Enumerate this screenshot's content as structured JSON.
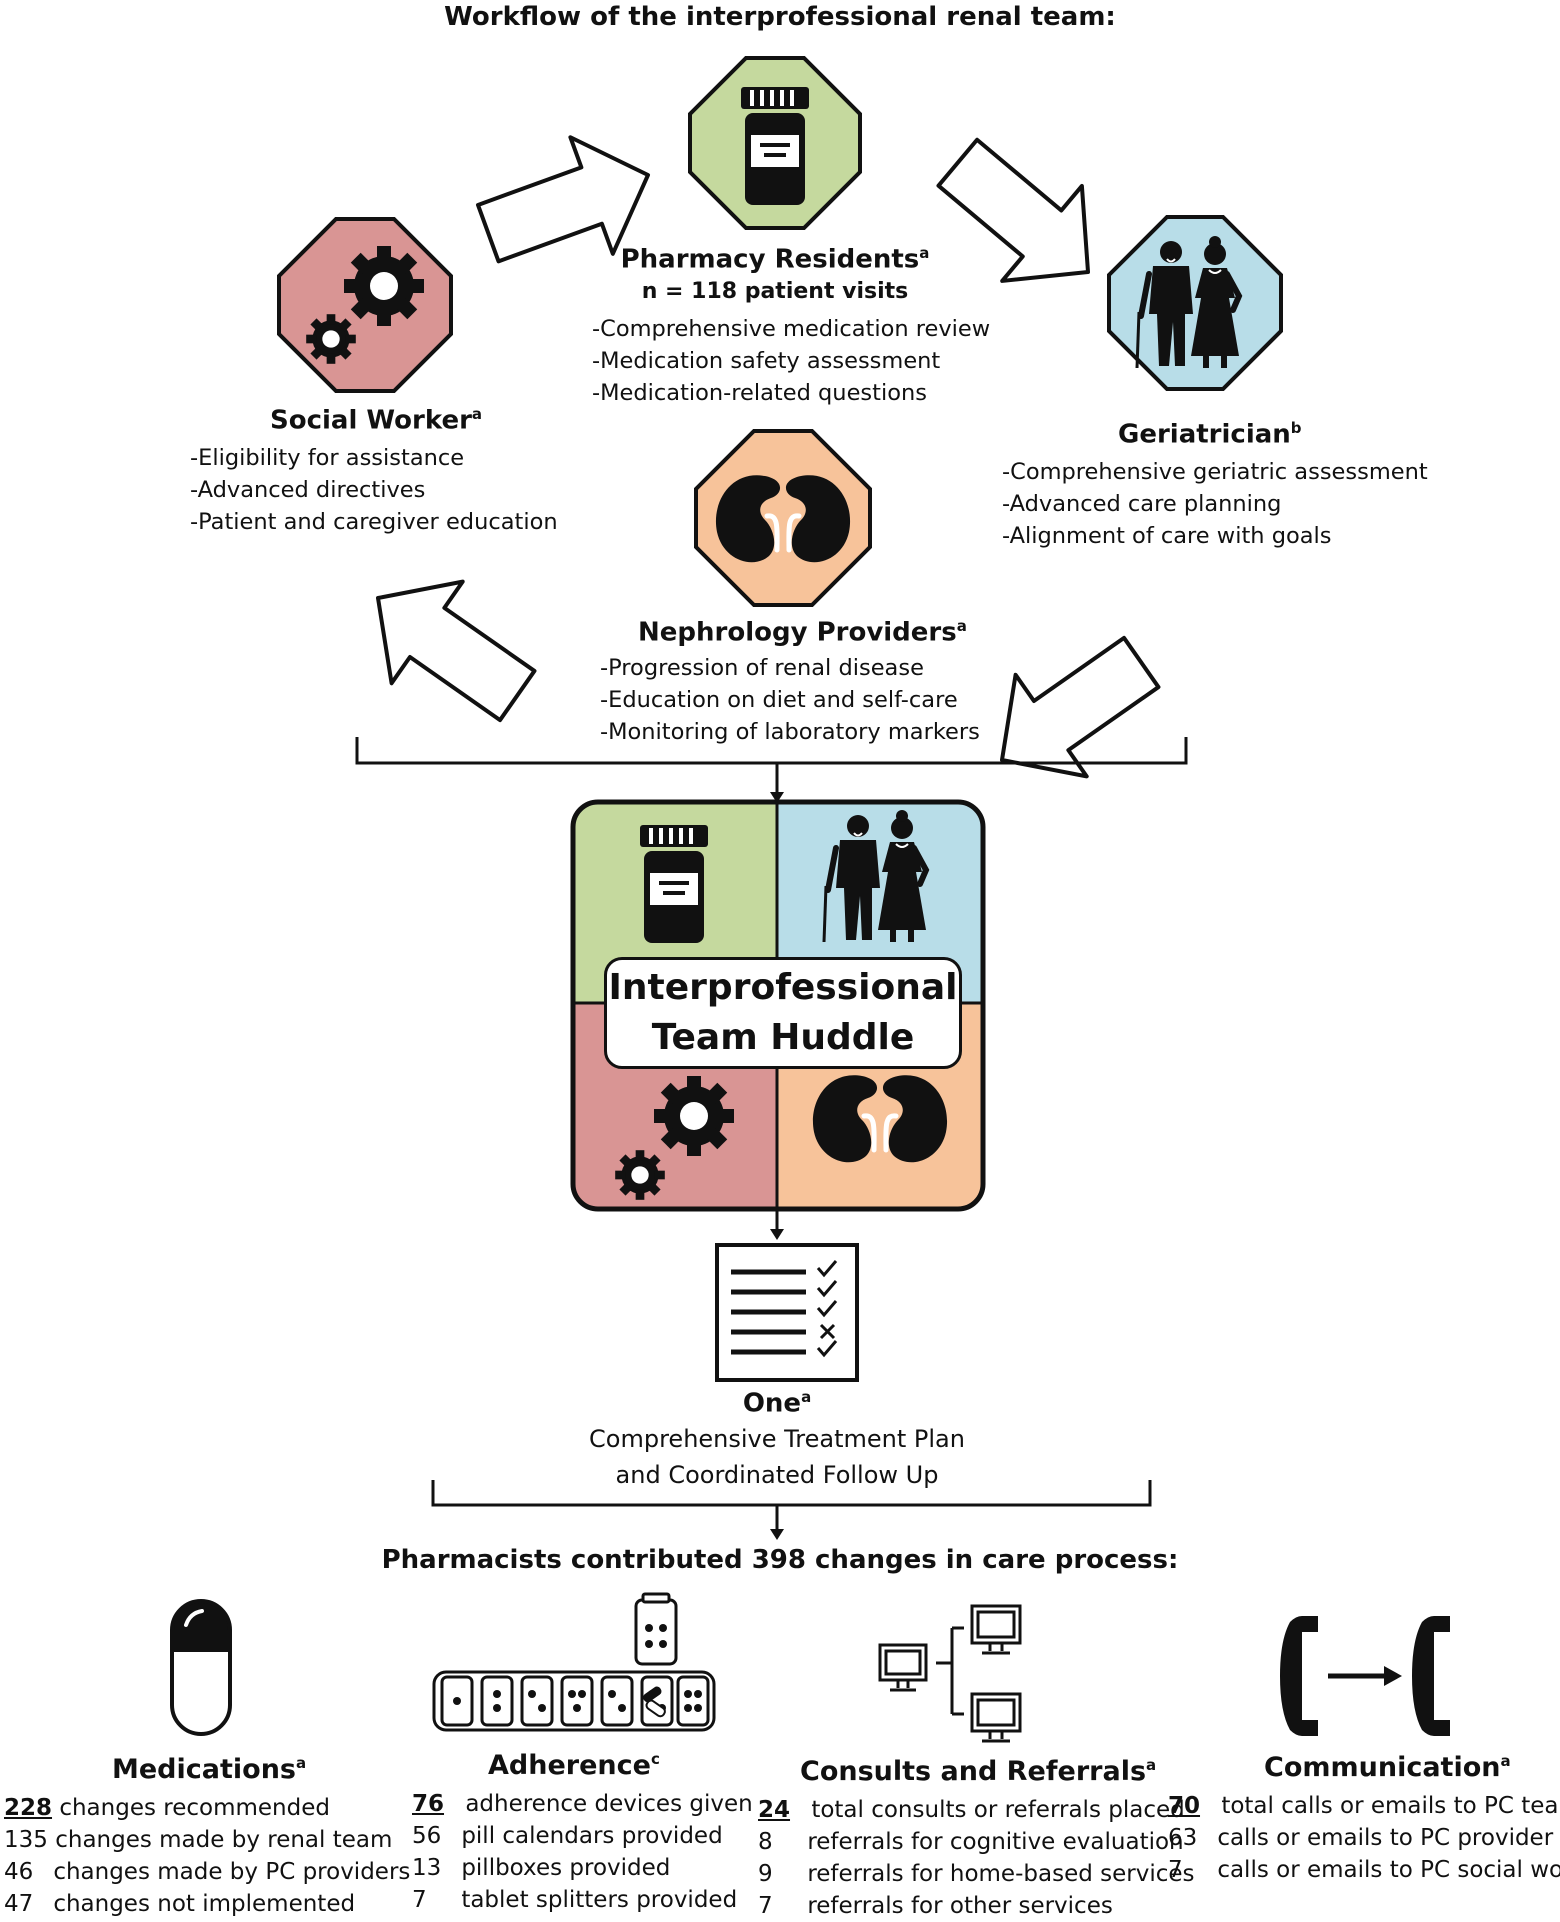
{
  "header": {
    "title": "Workflow of the interprofessional renal team:"
  },
  "pharmacy": {
    "title": "Pharmacy Residents",
    "sup": "a",
    "count": "n = 118 patient visits",
    "bullets": [
      "-Comprehensive medication review",
      "-Medication safety assessment",
      "-Medication-related questions"
    ],
    "color": "#c5d99e"
  },
  "social": {
    "title": "Social Worker",
    "sup": "a",
    "bullets": [
      "-Eligibility for assistance",
      "-Advanced directives",
      "-Patient and caregiver education"
    ],
    "color": "#d99594"
  },
  "geriatrician": {
    "title": "Geriatrician",
    "sup": "b",
    "bullets": [
      "-Comprehensive geriatric assessment",
      "-Advanced care planning",
      "-Alignment of care with goals"
    ],
    "color": "#b8dde8"
  },
  "nephrology": {
    "title": "Nephrology Providers",
    "sup": "a",
    "bullets": [
      "-Progression of renal disease",
      "-Education on diet and self-care",
      "-Monitoring of laboratory markers"
    ],
    "color": "#f7c39a"
  },
  "huddle": {
    "line1": "Interprofessional",
    "line2": "Team Huddle"
  },
  "plan": {
    "title": "One",
    "sup": "a",
    "line1": "Comprehensive Treatment Plan",
    "line2": "and Coordinated Follow Up"
  },
  "summary": {
    "title": "Pharmacists contributed 398 changes in care process:"
  },
  "stats": {
    "medications": {
      "title": "Medications",
      "sup": "a",
      "rows": [
        {
          "num": "228",
          "text": "changes recommended"
        },
        {
          "num": "135",
          "text": "changes made by renal team"
        },
        {
          "num": "46",
          "text": "changes made by PC providers"
        },
        {
          "num": "47",
          "text": "changes not implemented"
        }
      ]
    },
    "adherence": {
      "title": "Adherence",
      "sup": "c",
      "rows": [
        {
          "num": "76",
          "text": "adherence devices given"
        },
        {
          "num": "56",
          "text": "pill calendars provided"
        },
        {
          "num": "13",
          "text": "pillboxes provided"
        },
        {
          "num": "7",
          "text": "tablet splitters provided"
        }
      ]
    },
    "consults": {
      "title": "Consults and Referrals",
      "sup": "a",
      "rows": [
        {
          "num": "24",
          "text": "total consults or referrals placed"
        },
        {
          "num": "8",
          "text": "referrals for cognitive evaluation"
        },
        {
          "num": "9",
          "text": "referrals for home-based services"
        },
        {
          "num": "7",
          "text": "referrals for other services"
        }
      ]
    },
    "communication": {
      "title": "Communication",
      "sup": "a",
      "rows": [
        {
          "num": "70",
          "text": "total calls or emails to PC teams"
        },
        {
          "num": "63",
          "text": "calls or emails to PC provider"
        },
        {
          "num": "7",
          "text": "calls or emails to PC social worker"
        }
      ]
    }
  },
  "icons": {
    "pharmacy": "pill-bottle-icon",
    "social": "gears-icon",
    "geriatrician": "elderly-couple-icon",
    "nephrology": "kidneys-icon",
    "plan": "checklist-icon",
    "medications": "capsule-icon",
    "adherence": "pill-organizer-icon",
    "consults": "computer-network-icon",
    "communication": "phone-to-phone-icon"
  }
}
